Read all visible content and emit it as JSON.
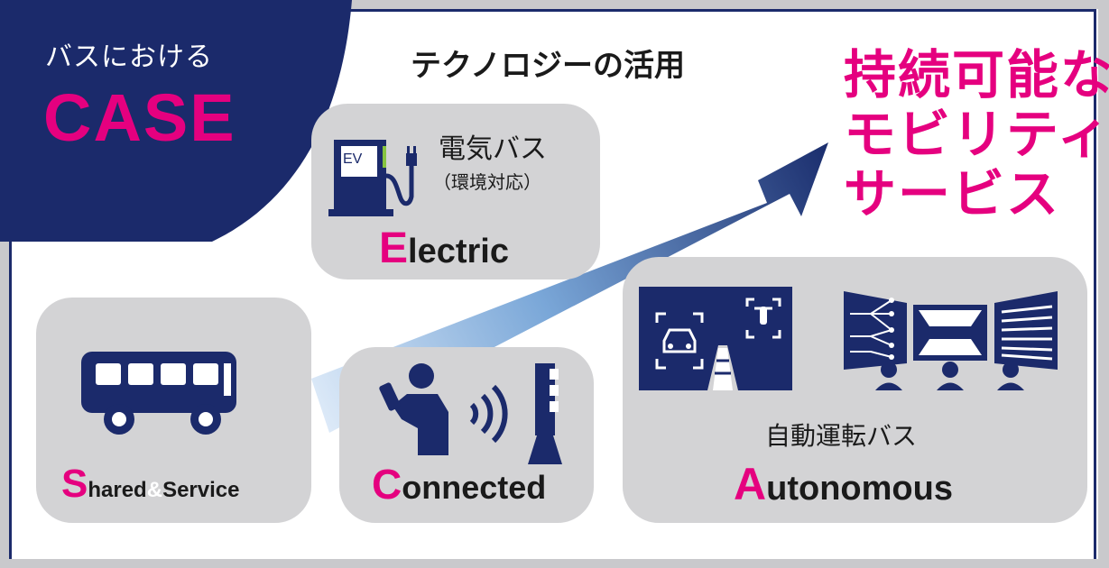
{
  "header": {
    "subtitle": "バスにおける",
    "title": "CASE"
  },
  "tech_title": "テクノロジーの活用",
  "goal_lines": [
    "持続可能な",
    "モビリティ",
    "サービス"
  ],
  "panels": {
    "electric": {
      "jp_title": "電気バス",
      "jp_sub": "（環境対応）",
      "ev_badge": "EV",
      "initial": "E",
      "rest": "lectric"
    },
    "shared": {
      "initial": "S",
      "rest_1": "hared",
      "ampersand": "&",
      "rest_2": "Service"
    },
    "connected": {
      "initial": "C",
      "rest": "onnected"
    },
    "autonomous": {
      "jp_title": "自動運転バス",
      "initial": "A",
      "rest": "utonomous"
    }
  },
  "colors": {
    "navy": "#1b2a6b",
    "magenta": "#e5007f",
    "panel_gray": "#d3d3d5",
    "arrow_dark": "#1b2e6e",
    "arrow_light": "#cfe0f3"
  }
}
